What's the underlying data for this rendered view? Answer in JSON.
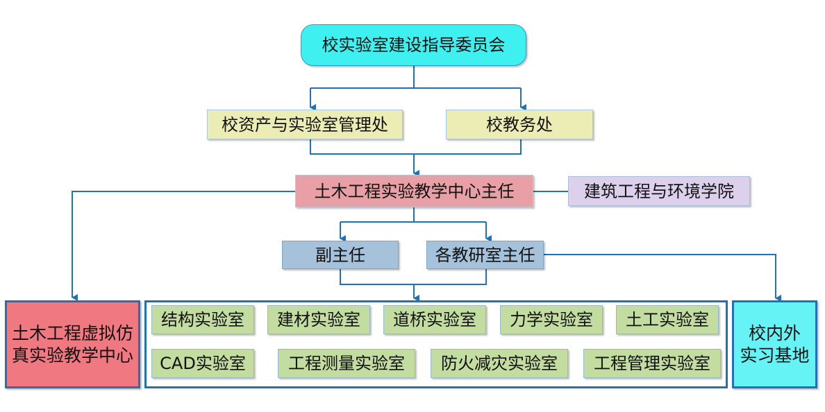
{
  "diagram": {
    "committee": "校实验室建设指导委员会",
    "asset_office": "校资产与实验室管理处",
    "academic_office": "校教务处",
    "center_director": "土木工程实验教学中心主任",
    "school": "建筑工程与环境学院",
    "deputy_director": "副主任",
    "section_heads": "各教研室主任",
    "virtual_center_line1": "土木工程虚拟仿",
    "virtual_center_line2": "真实验教学中心",
    "practice_base_line1": "校内外",
    "practice_base_line2": "实习基地",
    "labs_row1": [
      "结构实验室",
      "建材实验室",
      "道桥实验室",
      "力学实验室",
      "土工实验室"
    ],
    "labs_row2": [
      "CAD实验室",
      "工程测量实验室",
      "防火减灾实验室",
      "工程管理实验室"
    ]
  },
  "colors": {
    "connector": "#1f72b8",
    "committee": "#3ff0f0",
    "offices": "#ecedb4",
    "director": "#e8a0a6",
    "school": "#ddd0ec",
    "deputies": "#a5c2da",
    "virtual_center": "#f07880",
    "practice_base": "#66f3f6",
    "labs": "#c3dca0"
  }
}
